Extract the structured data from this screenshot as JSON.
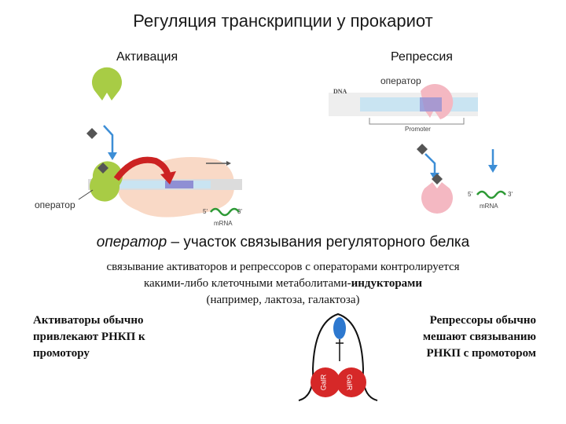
{
  "title": "Регуляция транскрипции у прокариот",
  "activation": {
    "heading": "Активация",
    "operator_label": "оператор",
    "five_prime": "5'",
    "three_prime": "3'",
    "mrna_label": "mRNA"
  },
  "repression": {
    "heading": "Репрессия",
    "operator_label": "оператор",
    "dna_label": "DNA",
    "promoter_label": "Promoter",
    "five_prime": "5'",
    "three_prime": "3'",
    "mrna_label": "mRNA"
  },
  "definition": {
    "term": "оператор",
    "rest": " – участок связывания регуляторного белка"
  },
  "explanation": {
    "line1": "связывание активаторов и репрессоров с операторами контролируется",
    "line2_start": "какими-либо клеточными метаболитами-",
    "line2_bold": "индукторами",
    "line3": "(например, лактоза, галактоза)"
  },
  "activators_note": [
    "Активаторы обычно",
    "привлекают РНКП к",
    "промотору"
  ],
  "repressors_note": [
    "Репрессоры обычно",
    "мешают связыванию",
    "РНКП с промотором"
  ],
  "loop": {
    "left_protein": "GalR",
    "right_protein": "GalR"
  },
  "colors": {
    "activator": "#a8cc45",
    "repressor": "#f4b8c2",
    "dna": "#c9e4f2",
    "rnap": "#f9d9c6",
    "arrow_blue": "#3d8ed6",
    "curved_arrow": "#cc2222",
    "mrna": "#2e9a36",
    "galr": "#d62828",
    "inducer_blue": "#2d78cf"
  }
}
